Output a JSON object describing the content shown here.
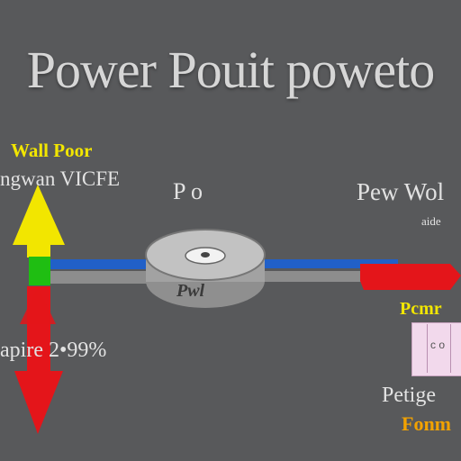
{
  "title": "Power Pouit poweto",
  "labels": {
    "wall_power_line1": "Wall Poor",
    "wall_power_line2": "ngwan VICFE",
    "center_p": "P o",
    "right_top": "Pew Wol",
    "right_sub": "aide",
    "right_highlight": "Pcmr",
    "bottom_left": "apire 2•99%",
    "bottom_right_1": "Petige",
    "bottom_right_2": "Fonm",
    "device_label": "Pwl",
    "box_text": "c o"
  },
  "colors": {
    "background": "#58595b",
    "arrow_yellow": "#f2e600",
    "arrow_red": "#e4151a",
    "arrow_green": "#1fbe12",
    "wire_blue": "#2160c8",
    "wire_gray": "#8d8d8d",
    "device": "#a9a9a9"
  }
}
